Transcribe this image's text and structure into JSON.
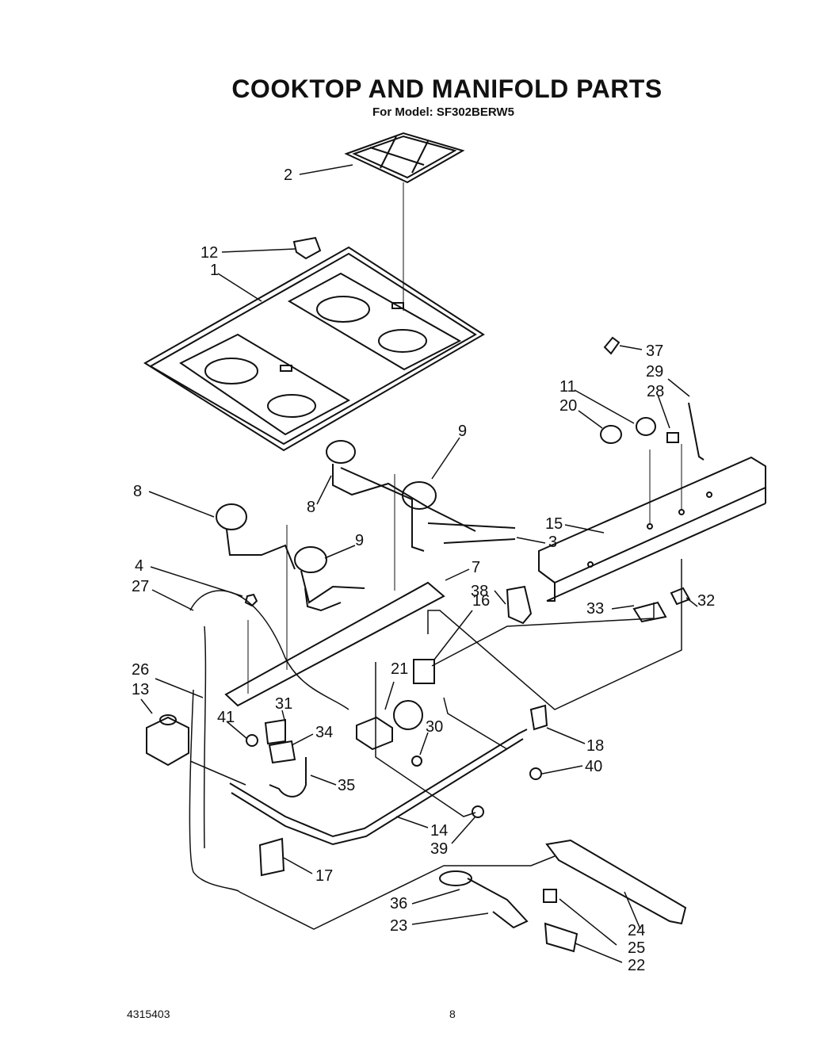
{
  "title": "COOKTOP AND MANIFOLD PARTS",
  "subtitle": "For Model: SF302BERW5",
  "footer": {
    "doc_number": "4315403",
    "page": "8"
  },
  "callouts": [
    "2",
    "12",
    "1",
    "37",
    "29",
    "11",
    "28",
    "20",
    "9",
    "8",
    "15",
    "3",
    "8",
    "9",
    "4",
    "7",
    "38",
    "16",
    "33",
    "32",
    "27",
    "21",
    "26",
    "13",
    "31",
    "41",
    "34",
    "30",
    "18",
    "40",
    "35",
    "14",
    "39",
    "17",
    "36",
    "23",
    "24",
    "25",
    "22"
  ]
}
